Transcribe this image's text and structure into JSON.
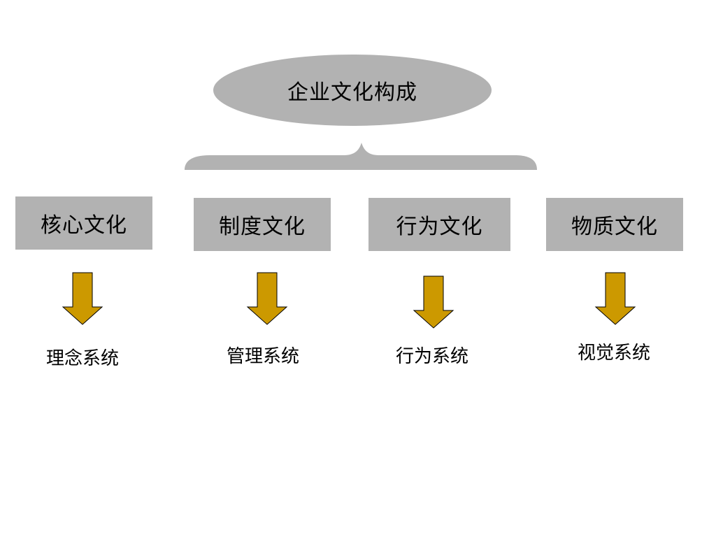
{
  "root": {
    "label": "企业文化构成"
  },
  "categories": [
    {
      "label": "核心文化",
      "system": "理念系统"
    },
    {
      "label": "制度文化",
      "system": "管理系统"
    },
    {
      "label": "行为文化",
      "system": "行为系统"
    },
    {
      "label": "物质文化",
      "system": "视觉系统"
    }
  ],
  "colors": {
    "shape_fill": "#b2b2b2",
    "arrow_fill": "#cc9900",
    "arrow_stroke": "#000000",
    "text": "#000000",
    "background": "#ffffff"
  }
}
